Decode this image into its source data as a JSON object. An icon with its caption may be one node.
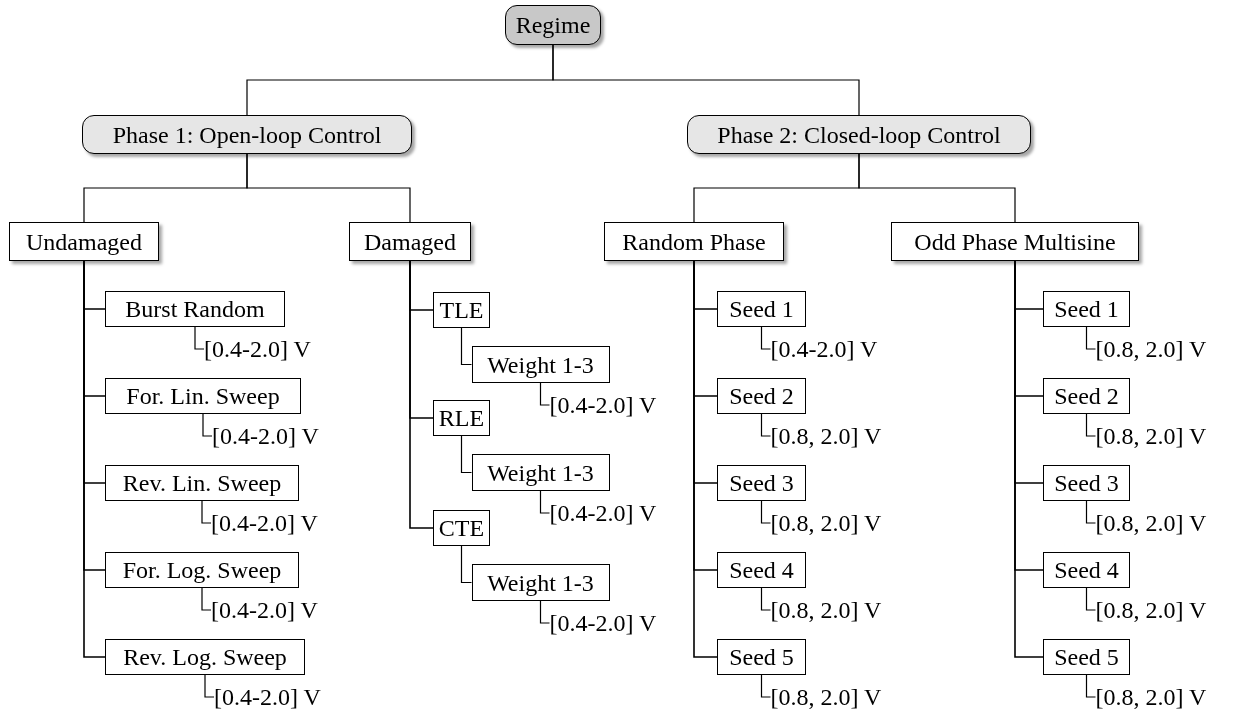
{
  "diagram": {
    "nodes": [
      {
        "text": [
          "Regime"
        ]
      },
      {
        "text": [
          "Phase 1: Open-loop Control"
        ]
      },
      {
        "text": [
          "Phase 2: Closed-loop Control"
        ]
      },
      {
        "text": [
          "Undamaged"
        ]
      },
      {
        "text": [
          "Damaged"
        ]
      },
      {
        "text": [
          "Random Phase"
        ]
      },
      {
        "text": [
          "Odd Phase Multisine"
        ]
      },
      {
        "text": [
          "Burst Random"
        ]
      },
      {
        "text": [
          "[0.4-2.0] V"
        ]
      },
      {
        "text": [
          "For. Lin. Sweep"
        ]
      },
      {
        "text": [
          "[0.4-2.0] V"
        ]
      },
      {
        "text": [
          "Rev. Lin. Sweep"
        ]
      },
      {
        "text": [
          "[0.4-2.0] V"
        ]
      },
      {
        "text": [
          "For. Log. Sweep"
        ]
      },
      {
        "text": [
          "[0.4-2.0] V"
        ]
      },
      {
        "text": [
          "Rev. Log. Sweep"
        ]
      },
      {
        "text": [
          "[0.4-2.0] V"
        ]
      },
      {
        "text": [
          "TLE"
        ]
      },
      {
        "text": [
          "Weight 1-3"
        ]
      },
      {
        "text": [
          "[0.4-2.0] V"
        ]
      },
      {
        "text": [
          "RLE"
        ]
      },
      {
        "text": [
          "Weight 1-3"
        ]
      },
      {
        "text": [
          "[0.4-2.0] V"
        ]
      },
      {
        "text": [
          "CTE"
        ]
      },
      {
        "text": [
          "Weight 1-3"
        ]
      },
      {
        "text": [
          "[0.4-2.0] V"
        ]
      },
      {
        "text": [
          "Seed 1"
        ]
      },
      {
        "text": [
          "[0.4-2.0] V"
        ]
      },
      {
        "text": [
          "Seed 2"
        ]
      },
      {
        "text": [
          "[0.8, 2.0] V"
        ]
      },
      {
        "text": [
          "Seed 3"
        ]
      },
      {
        "text": [
          "[0.8, 2.0] V"
        ]
      },
      {
        "text": [
          "Seed 4"
        ]
      },
      {
        "text": [
          "[0.8, 2.0] V"
        ]
      },
      {
        "text": [
          "Seed 5"
        ]
      },
      {
        "text": [
          "[0.8, 2.0] V"
        ]
      },
      {
        "text": [
          "Seed 1"
        ]
      },
      {
        "text": [
          "[0.8, 2.0] V"
        ]
      },
      {
        "text": [
          "Seed 2"
        ]
      },
      {
        "text": [
          "[0.8, 2.0] V"
        ]
      },
      {
        "text": [
          "Seed 3"
        ]
      },
      {
        "text": [
          "[0.8, 2.0] V"
        ]
      },
      {
        "text": [
          "Seed 4"
        ]
      },
      {
        "text": [
          "[0.8, 2.0] V"
        ]
      },
      {
        "text": [
          "Seed 5"
        ]
      },
      {
        "text": [
          "[0.8, 2.0] V"
        ]
      }
    ],
    "edges": [
      {
        "from": 0,
        "to": 1,
        "arrow": "none"
      },
      {
        "from": 0,
        "to": 2,
        "arrow": "none"
      },
      {
        "from": 1,
        "to": 3,
        "arrow": "none"
      },
      {
        "from": 1,
        "to": 4,
        "arrow": "none"
      },
      {
        "from": 2,
        "to": 5,
        "arrow": "none"
      },
      {
        "from": 2,
        "to": 6,
        "arrow": "none"
      },
      {
        "from": 3,
        "to": 7,
        "arrow": "none"
      },
      {
        "from": 7,
        "to": 8,
        "arrow": "none"
      },
      {
        "from": 3,
        "to": 9,
        "arrow": "none"
      },
      {
        "from": 9,
        "to": 10,
        "arrow": "none"
      },
      {
        "from": 3,
        "to": 11,
        "arrow": "none"
      },
      {
        "from": 11,
        "to": 12,
        "arrow": "none"
      },
      {
        "from": 3,
        "to": 13,
        "arrow": "none"
      },
      {
        "from": 13,
        "to": 14,
        "arrow": "none"
      },
      {
        "from": 3,
        "to": 15,
        "arrow": "none"
      },
      {
        "from": 15,
        "to": 16,
        "arrow": "none"
      },
      {
        "from": 4,
        "to": 17,
        "arrow": "none"
      },
      {
        "from": 17,
        "to": 18,
        "arrow": "none"
      },
      {
        "from": 18,
        "to": 19,
        "arrow": "none"
      },
      {
        "from": 4,
        "to": 20,
        "arrow": "none"
      },
      {
        "from": 20,
        "to": 21,
        "arrow": "none"
      },
      {
        "from": 21,
        "to": 22,
        "arrow": "none"
      },
      {
        "from": 4,
        "to": 23,
        "arrow": "none"
      },
      {
        "from": 23,
        "to": 24,
        "arrow": "none"
      },
      {
        "from": 24,
        "to": 25,
        "arrow": "none"
      },
      {
        "from": 5,
        "to": 26,
        "arrow": "none"
      },
      {
        "from": 26,
        "to": 27,
        "arrow": "none"
      },
      {
        "from": 5,
        "to": 28,
        "arrow": "none"
      },
      {
        "from": 28,
        "to": 29,
        "arrow": "none"
      },
      {
        "from": 5,
        "to": 30,
        "arrow": "none"
      },
      {
        "from": 30,
        "to": 31,
        "arrow": "none"
      },
      {
        "from": 5,
        "to": 32,
        "arrow": "none"
      },
      {
        "from": 32,
        "to": 33,
        "arrow": "none"
      },
      {
        "from": 5,
        "to": 34,
        "arrow": "none"
      },
      {
        "from": 34,
        "to": 35,
        "arrow": "none"
      },
      {
        "from": 6,
        "to": 36,
        "arrow": "none"
      },
      {
        "from": 36,
        "to": 37,
        "arrow": "none"
      },
      {
        "from": 6,
        "to": 38,
        "arrow": "none"
      },
      {
        "from": 38,
        "to": 39,
        "arrow": "none"
      },
      {
        "from": 6,
        "to": 40,
        "arrow": "none"
      },
      {
        "from": 40,
        "to": 41,
        "arrow": "none"
      },
      {
        "from": 6,
        "to": 42,
        "arrow": "none"
      },
      {
        "from": 42,
        "to": 43,
        "arrow": "none"
      },
      {
        "from": 6,
        "to": 44,
        "arrow": "none"
      },
      {
        "from": 44,
        "to": 45,
        "arrow": "none"
      }
    ]
  }
}
